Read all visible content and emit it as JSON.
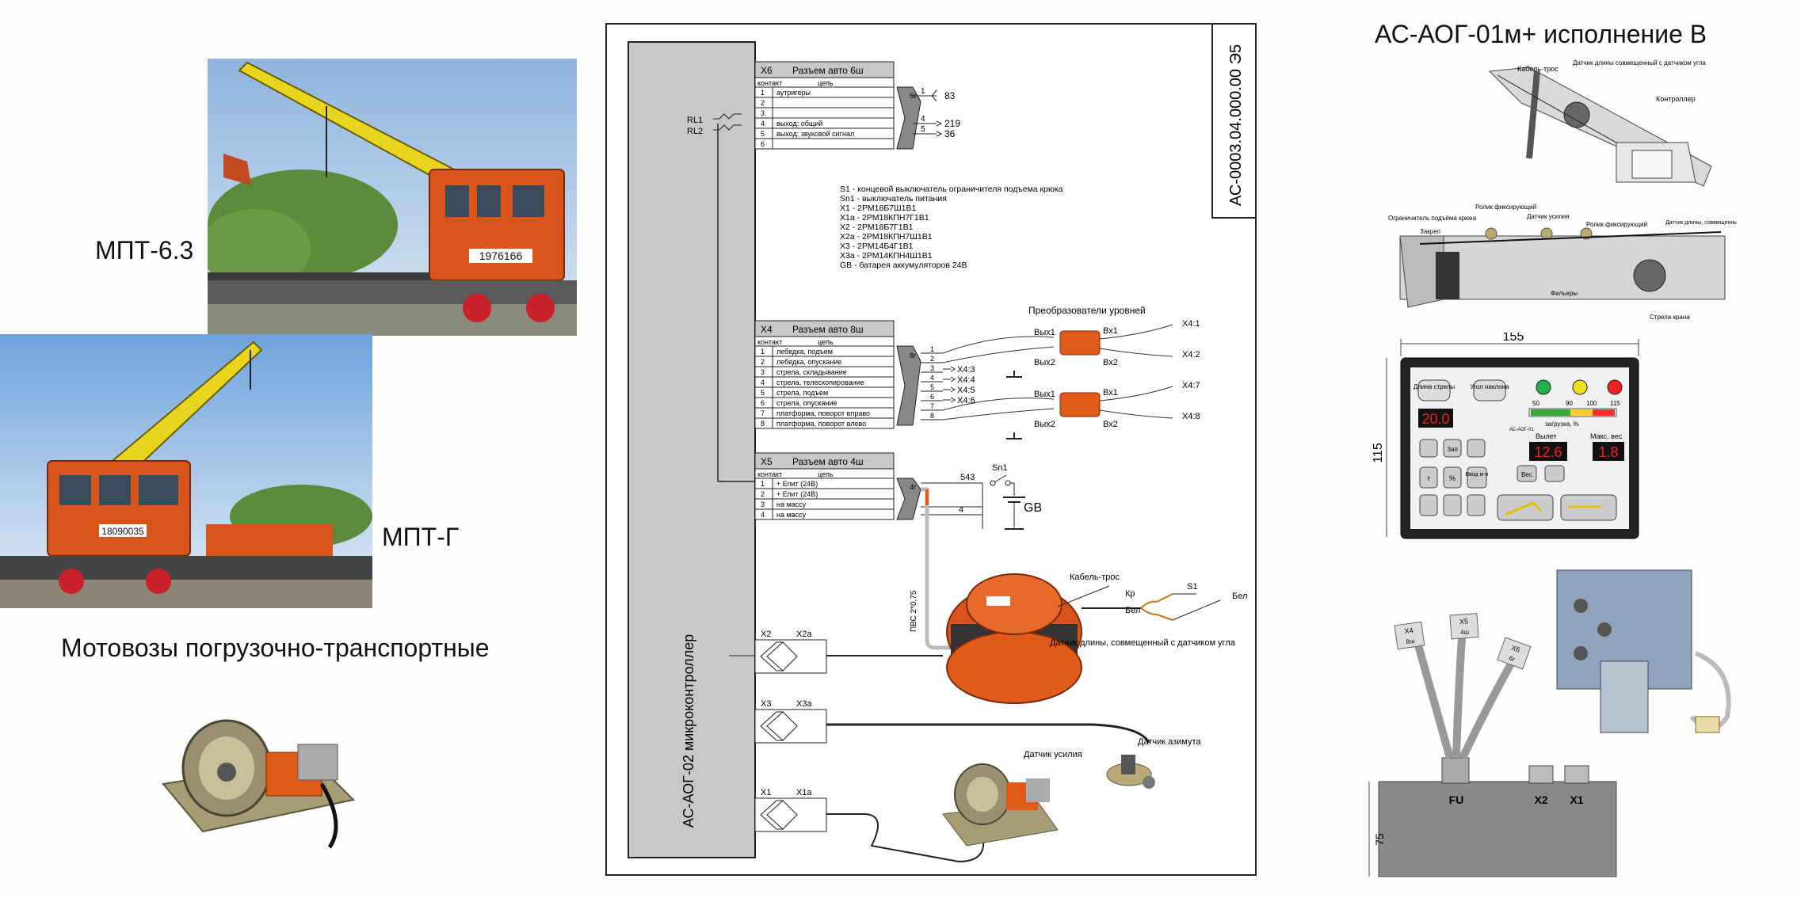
{
  "left": {
    "label_mpt63": "МПТ-6.3",
    "label_mptg": "МПТ-Г",
    "caption": "Мотовозы погрузочно-транспортные",
    "crane1_number": "1976166",
    "crane2_number": "18090035"
  },
  "right": {
    "title": "АС-АОГ-01м+ исполнение В",
    "top_labels": {
      "cable": "Кабель-трос",
      "length_sensor": "Датчик длины совмещенный с датчиком угла",
      "controller": "Контроллер"
    },
    "boom_labels": {
      "limiter": "Ограничитель подъёма крюка",
      "roller1": "Ролик фиксирующий",
      "force": "Датчик усилия",
      "roller2": "Ролик фиксирующий",
      "length": "Датчик длины, совмещенный с датчиком угла",
      "clamp": "Закреп",
      "filers": "Фильеры",
      "boom": "Стрела крана"
    },
    "panel": {
      "width_dim": "155",
      "height_dim": "115",
      "btn_length": "Длина стрелы",
      "btn_angle": "Угол наклона",
      "scale": [
        "50",
        "90",
        "100",
        "115"
      ],
      "load_label": "загрузка, %",
      "brand": "АС-АОГ-01",
      "disp1": "20.0",
      "reach_label": "Вылет",
      "max_label": "Макс. вес",
      "disp2": "12.6",
      "disp3": "1.8",
      "btn_zap": "Зап",
      "btn_ves": "Вес",
      "btn_vvod": "Ввод м-н",
      "unit_t": "т",
      "unit_pct": "%"
    },
    "box": {
      "tags": [
        "X4",
        "X5",
        "X6"
      ],
      "tag_sub": [
        "8ш",
        "4ш",
        "6г"
      ],
      "fu": "FU",
      "x2": "X2",
      "x1": "X1",
      "height_dim": "75"
    }
  },
  "schematic": {
    "doc_number": "АС-0003.04.000.00 Э5",
    "controller_label": "АС-АОГ-02 микроконтроллер",
    "relays": [
      "RL1",
      "RL2"
    ],
    "x6": {
      "name": "X6",
      "title": "Разъем авто 6ш",
      "head_contact": "контакт",
      "head_circuit": "цепь",
      "rows": [
        [
          "1",
          "аутригеры"
        ],
        [
          "2",
          ""
        ],
        [
          "3",
          ""
        ],
        [
          "4",
          "выход: общий"
        ],
        [
          "5",
          "выход: звуковой сигнал"
        ],
        [
          "6",
          ""
        ]
      ],
      "plug": "6г",
      "wires": [
        [
          "1",
          "83"
        ],
        [
          "4",
          "219"
        ],
        [
          "5",
          "36"
        ]
      ]
    },
    "legend": [
      "S1 - концевой выключатель ограничителя подъема крюка",
      "Sn1 - выключатель питания",
      "X1 -   2РМ18Б7Ш1В1",
      "X1a - 2РМ18КПН7Г1В1",
      "X2 -   2РМ18Б7Г1В1",
      "X2a - 2РМ18КПН7Ш1В1",
      "X3 -   2РМ14Б4Г1В1",
      "X3a - 2РМ14КПН4Ш1В1",
      "GB - батарея аккумуляторов 24В"
    ],
    "x4": {
      "name": "X4",
      "title": "Разъем авто 8ш",
      "head_contact": "контакт",
      "head_circuit": "цепь",
      "rows": [
        [
          "1",
          "лебедка, подъем"
        ],
        [
          "2",
          "лебедка, опускание"
        ],
        [
          "3",
          "стрела, складывание"
        ],
        [
          "4",
          "стрела, телескопирование"
        ],
        [
          "5",
          "стрела, подъем"
        ],
        [
          "6",
          "стрела, опускание"
        ],
        [
          "7",
          "платформа, поворот вправо"
        ],
        [
          "8",
          "платформа, поворот влево"
        ]
      ],
      "plug": "8г",
      "wire_nums": [
        "1",
        "2",
        "3",
        "4",
        "5",
        "6",
        "7",
        "8"
      ],
      "outs": [
        "X4:3",
        "X4:4",
        "X4:5",
        "X4:6"
      ],
      "converters_title": "Преобразователи уровней",
      "conv_labels": [
        "Вых1",
        "Вх1",
        "Вых2",
        "Вх2"
      ],
      "conv_outs": [
        "X4:1",
        "X4:2",
        "X4:7",
        "X4:8"
      ]
    },
    "x5": {
      "name": "X5",
      "title": "Разъем авто 4ш",
      "head_contact": "контакт",
      "head_circuit": "цепь",
      "rows": [
        [
          "1",
          "+ Епит (24В)"
        ],
        [
          "2",
          "+ Епит (24В)"
        ],
        [
          "3",
          "на массу"
        ],
        [
          "4",
          "на массу"
        ]
      ],
      "plug": "4г",
      "wire_543": "543",
      "wire_4": "4",
      "sn1": "Sn1",
      "gb": "GB"
    },
    "cable_label": "ПВС 2*0,75",
    "cable_rope": "Кабель-трос",
    "kr": "Кр",
    "bel1": "Бел",
    "bel2": "Бел",
    "s1": "S1",
    "length_sensor": "Датчик длины, совмещенный с датчиком угла",
    "force_sensor": "Датчик усилия",
    "azimuth_sensor": "Датчик азимута",
    "connectors": [
      [
        "X2",
        "X2a"
      ],
      [
        "X3",
        "X3a"
      ],
      [
        "X1",
        "X1a"
      ]
    ]
  }
}
